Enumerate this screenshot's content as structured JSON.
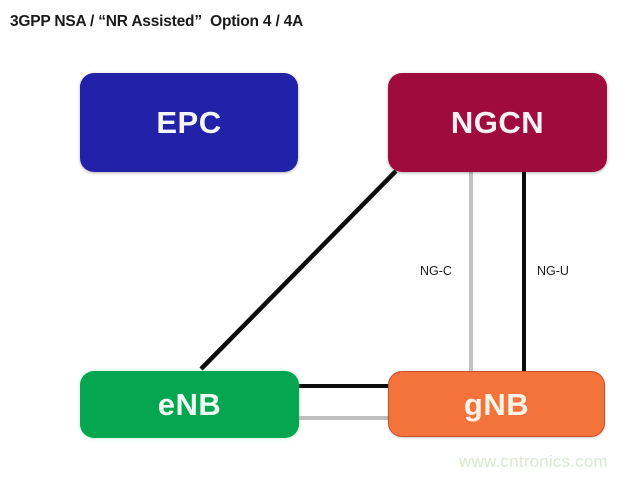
{
  "title": "3GPP NSA / “NR Assisted”  Option 4 / 4A",
  "nodes": [
    {
      "id": "epc",
      "label": "EPC",
      "color": "#2222a8"
    },
    {
      "id": "ngcn",
      "label": "NGCN",
      "color": "#9e0b3c"
    },
    {
      "id": "enb",
      "label": "eNB",
      "color": "#06a550"
    },
    {
      "id": "gnb",
      "label": "gNB",
      "color": "#f4733a"
    }
  ],
  "links": [
    {
      "id": "ngcn-enb",
      "from": "ngcn",
      "to": "enb",
      "label": "",
      "color": "#0d0d0d",
      "style": "solid",
      "kind": "diagonal"
    },
    {
      "id": "ngcn-gnb-c",
      "from": "ngcn",
      "to": "gnb",
      "label": "NG-C",
      "color": "#c3c3c3",
      "style": "solid",
      "kind": "vertical"
    },
    {
      "id": "ngcn-gnb-u",
      "from": "ngcn",
      "to": "gnb",
      "label": "NG-U",
      "color": "#0d0d0d",
      "style": "solid",
      "kind": "vertical"
    },
    {
      "id": "enb-gnb-1",
      "from": "enb",
      "to": "gnb",
      "label": "",
      "color": "#0d0d0d",
      "style": "solid",
      "kind": "horizontal"
    },
    {
      "id": "enb-gnb-2",
      "from": "enb",
      "to": "gnb",
      "label": "",
      "color": "#bfbfbf",
      "style": "solid",
      "kind": "horizontal"
    }
  ],
  "edge_labels": {
    "ng_c": "NG-C",
    "ng_u": "NG-U"
  },
  "watermark": "www.cntronics.com",
  "colors": {
    "background": "#ffffff",
    "title": "#1a1a1a",
    "epc": "#2222a8",
    "ngcn": "#9e0b3c",
    "enb": "#06a550",
    "gnb": "#f4733a",
    "link_dark": "#0d0d0d",
    "link_gray": "#c3c3c3",
    "watermark": "#d9e9cf"
  }
}
